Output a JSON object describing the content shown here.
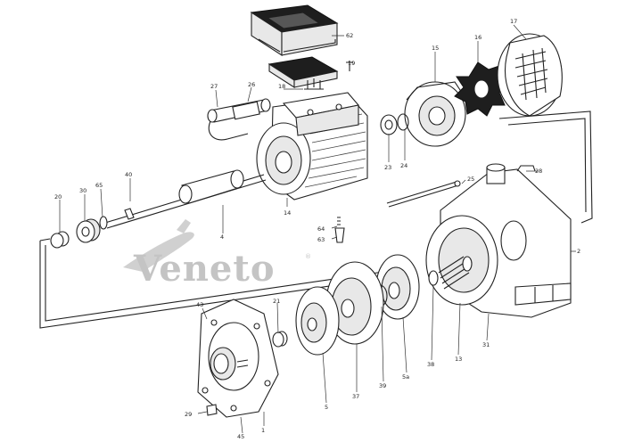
{
  "diagram": {
    "watermark": {
      "brand": "Veneto",
      "mark": "®"
    },
    "part_labels": [
      {
        "id": "p62",
        "text": "62"
      },
      {
        "id": "p17",
        "text": "17"
      },
      {
        "id": "p16",
        "text": "16"
      },
      {
        "id": "p15",
        "text": "15"
      },
      {
        "id": "p19",
        "text": "19"
      },
      {
        "id": "p27",
        "text": "27"
      },
      {
        "id": "p26",
        "text": "26"
      },
      {
        "id": "p18",
        "text": "18"
      },
      {
        "id": "p14",
        "text": "14"
      },
      {
        "id": "p23",
        "text": "23"
      },
      {
        "id": "p24",
        "text": "24"
      },
      {
        "id": "p40",
        "text": "40"
      },
      {
        "id": "p20",
        "text": "20"
      },
      {
        "id": "p30",
        "text": "30"
      },
      {
        "id": "p65",
        "text": "65"
      },
      {
        "id": "p4",
        "text": "4"
      },
      {
        "id": "p25",
        "text": "25"
      },
      {
        "id": "p28",
        "text": "28"
      },
      {
        "id": "p64",
        "text": "64"
      },
      {
        "id": "p63",
        "text": "63"
      },
      {
        "id": "p2",
        "text": "2"
      },
      {
        "id": "p43",
        "text": "43"
      },
      {
        "id": "p21",
        "text": "21"
      },
      {
        "id": "p1",
        "text": "1"
      },
      {
        "id": "p29",
        "text": "29"
      },
      {
        "id": "p45",
        "text": "45"
      },
      {
        "id": "p5",
        "text": "5"
      },
      {
        "id": "p37",
        "text": "37"
      },
      {
        "id": "p39",
        "text": "39"
      },
      {
        "id": "p5a",
        "text": "5a"
      },
      {
        "id": "p38",
        "text": "38"
      },
      {
        "id": "p13",
        "text": "13"
      },
      {
        "id": "p31",
        "text": "31"
      }
    ]
  }
}
